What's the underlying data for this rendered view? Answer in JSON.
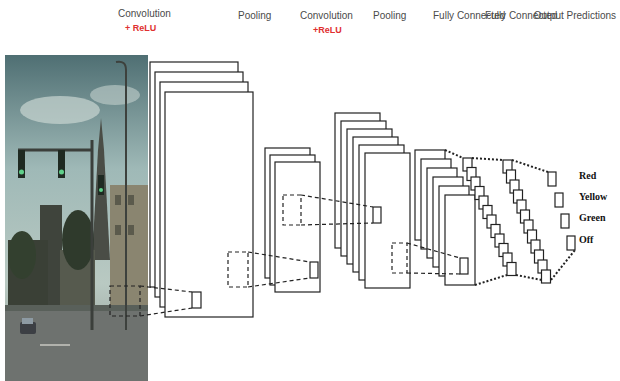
{
  "diagram": {
    "labels": [
      "Convolution",
      "+ ReLU",
      "Pooling",
      "Convolution",
      "+ReLU",
      "Pooling",
      "Fully Connected",
      "Fully Connected",
      "Output Predictions",
      "Red",
      "Yellow",
      "Green",
      "Off"
    ]
  }
}
